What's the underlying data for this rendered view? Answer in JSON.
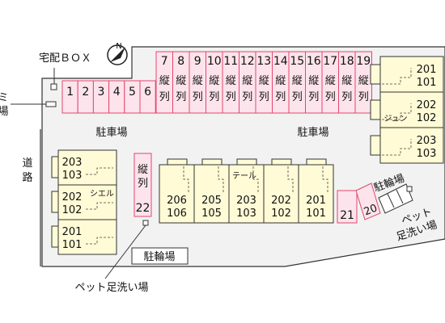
{
  "labels": {
    "takuhai_box": "宅配ＢＯＸ",
    "road": "道路",
    "edge_left": "ミ場",
    "parking_left": "駐車場",
    "parking_right": "駐車場",
    "bicycle_parking_bottom": "駐輪場",
    "bicycle_parking_right": "駐輪場",
    "pet_wash_bottom": "ペット足洗い場",
    "pet_wash_right_line1": "ペット",
    "pet_wash_right_line2": "足洗い場"
  },
  "parking": {
    "front_row": [
      "1",
      "2",
      "3",
      "4",
      "5",
      "6"
    ],
    "tandem_row": [
      "7",
      "8",
      "9",
      "10",
      "11",
      "12",
      "13",
      "14",
      "15",
      "16",
      "17",
      "18",
      "19"
    ],
    "tandem_text": "縦列",
    "space_22": "22",
    "space_22_text": "縦列",
    "space_21": "21",
    "space_20": "20"
  },
  "buildings": {
    "june": {
      "name": "ジュン",
      "rooms": [
        [
          "201",
          "101"
        ],
        [
          "202",
          "102"
        ],
        [
          "203",
          "103"
        ]
      ]
    },
    "ciel": {
      "name": "シエル",
      "rooms": [
        [
          "203",
          "103"
        ],
        [
          "202",
          "102"
        ],
        [
          "201",
          "101"
        ]
      ]
    },
    "tail": {
      "name": "テール",
      "rooms": [
        [
          "206",
          "106"
        ],
        [
          "205",
          "105"
        ],
        [
          "203",
          "103"
        ],
        [
          "202",
          "102"
        ],
        [
          "201",
          "101"
        ]
      ]
    }
  },
  "colors": {
    "parking_fill": "#fde4ec",
    "parking_stroke": "#e0476e",
    "building_fill": "#fffbd6",
    "lot_fill": "#f2f2f2",
    "line": "#333333"
  }
}
